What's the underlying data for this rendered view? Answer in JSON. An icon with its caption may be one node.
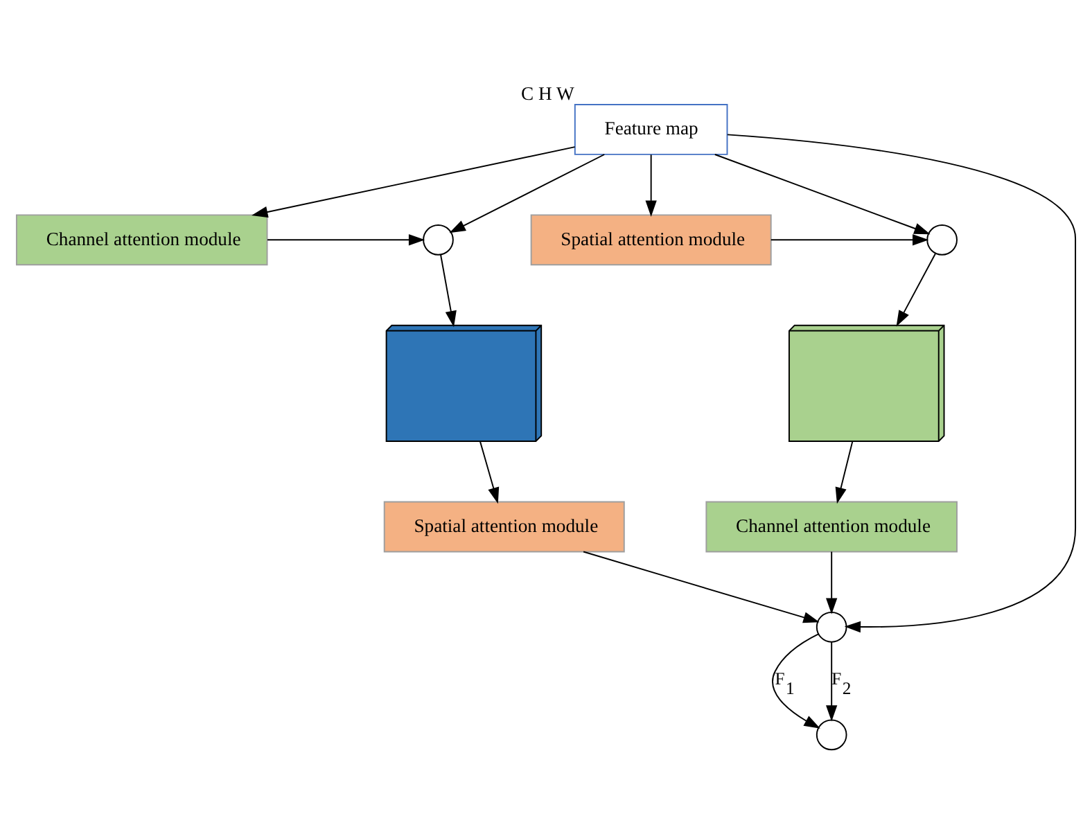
{
  "diagram": {
    "nodes": [
      {
        "text": [
          "Feature map"
        ],
        "beside": [
          "C",
          "H",
          "W"
        ]
      },
      {
        "text": [],
        "shape": "circle"
      },
      {
        "text": [
          "Channel attention module"
        ]
      },
      {
        "text": [],
        "shape": "picture"
      },
      {
        "text": [
          "Spatial attention module"
        ]
      },
      {
        "text": [],
        "shape": "circle"
      },
      {
        "text": [
          "Spatial attention module"
        ]
      },
      {
        "text": [],
        "shape": "picture"
      },
      {
        "text": [
          "Channel attention module"
        ]
      },
      {
        "text": [],
        "shape": "circle"
      },
      {
        "text": [],
        "shape": "circle"
      }
    ],
    "edges": [
      {
        "from": 0,
        "to": 1,
        "arrow": "to"
      },
      {
        "from": 2,
        "to": 1,
        "arrow": "to"
      },
      {
        "from": 0,
        "to": 2,
        "arrow": "to"
      },
      {
        "from": 1,
        "to": 3,
        "arrow": "to"
      },
      {
        "from": 3,
        "to": 4,
        "arrow": "to"
      },
      {
        "from": 4,
        "to": 9,
        "arrow": "to"
      },
      {
        "from": 0,
        "to": 9,
        "arrow": "to"
      },
      {
        "from": 0,
        "to": 5,
        "arrow": "to"
      },
      {
        "from": 0,
        "to": 6,
        "arrow": "to"
      },
      {
        "from": 6,
        "to": 5,
        "arrow": "to"
      },
      {
        "from": 5,
        "to": 7,
        "arrow": "to"
      },
      {
        "from": 7,
        "to": 8,
        "arrow": "to"
      },
      {
        "from": 8,
        "to": 9,
        "arrow": "to"
      },
      {
        "from": 9,
        "to": 10,
        "label": "F$_{1}$",
        "arrow": "to"
      },
      {
        "from": 9,
        "to": 10,
        "label": "F$_{2}$",
        "arrow": "to"
      }
    ]
  }
}
